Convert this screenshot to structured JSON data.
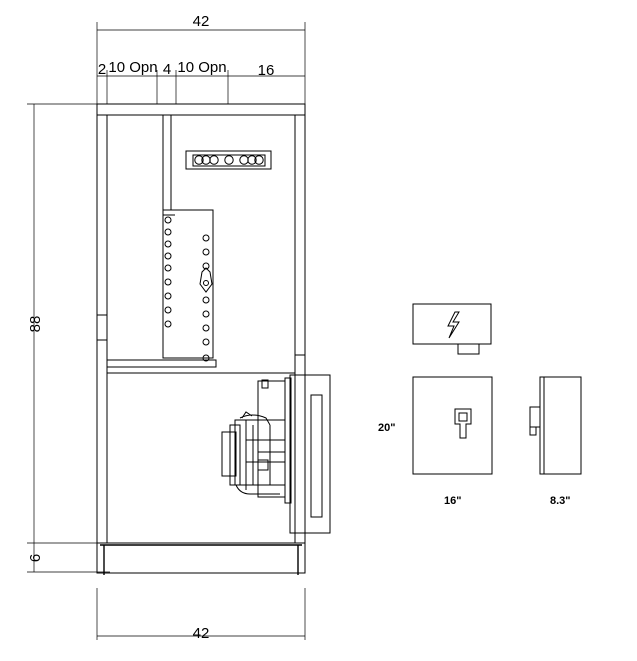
{
  "drawing": {
    "dimensions": {
      "overall_width_top": "42",
      "overall_width_bottom": "42",
      "overall_height": "88",
      "base_height": "6",
      "top_seg_1": "2",
      "top_seg_2": "10 Opn",
      "top_seg_3": "4",
      "top_seg_4": "10 Opn",
      "top_seg_5": "16"
    },
    "disconnect": {
      "height_label": "20\"",
      "width_label": "16\"",
      "depth_label": "8.3\"",
      "icon": "lightning-bolt-icon"
    }
  }
}
